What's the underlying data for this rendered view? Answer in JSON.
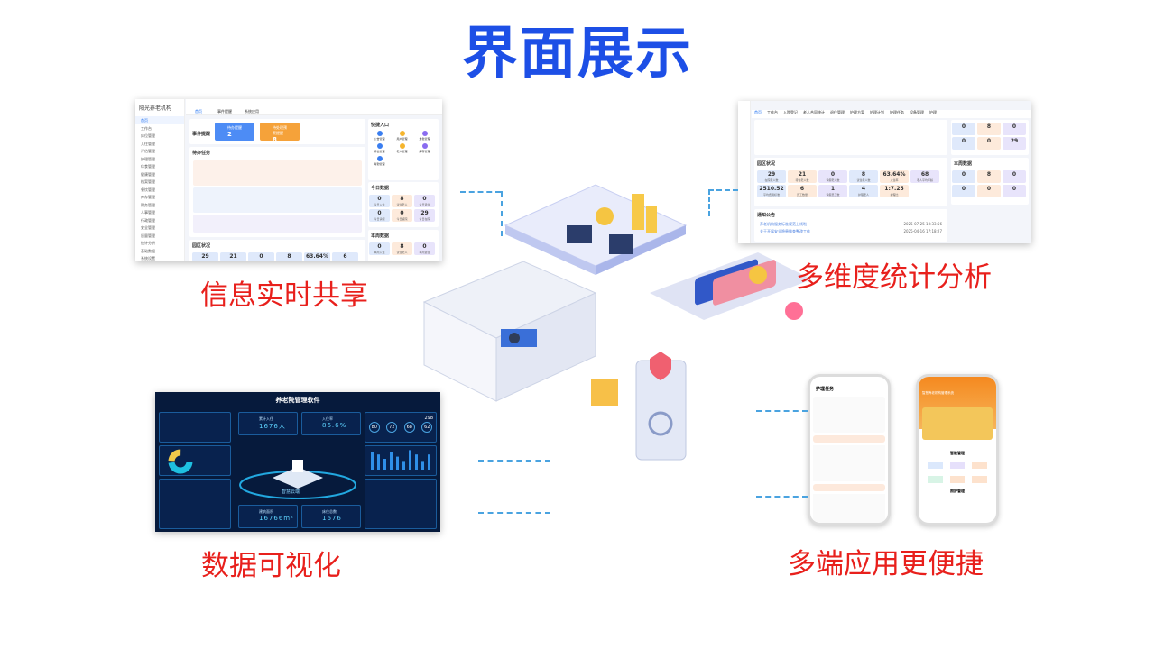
{
  "title": "界面展示",
  "labels": {
    "top_left": "信息实时共享",
    "top_right": "多维度统计分析",
    "bottom_left": "数据可视化",
    "bottom_right": "多端应用更便捷"
  },
  "shot1": {
    "logo": "阳光养老机构",
    "tabs": [
      "首页",
      "事件提醒",
      "系统应用"
    ],
    "sidebar": [
      "首页",
      "工作台",
      "床位管理",
      "入住管理",
      "评估管理",
      "护理管理",
      "伙食管理",
      "健康管理",
      "档案管理",
      "餐饮管理",
      "库存管理",
      "财务管理",
      "人事管理",
      "行政管理",
      "安全管理",
      "质量管理",
      "统计分析",
      "基础数据",
      "系统设置"
    ],
    "event_title": "事件提醒",
    "event_cards": [
      {
        "label": "待办提醒",
        "value": "2"
      },
      {
        "label": "待处理预警提醒",
        "value": "8"
      }
    ],
    "todo_title": "待办任务",
    "quick_title": "快捷入口",
    "quick": [
      "公告管理",
      "用户管理",
      "角色管理",
      "评估管理",
      "老人管理",
      "库存管理",
      "考勤管理"
    ],
    "today_title": "今日数据",
    "today": [
      {
        "v": "0",
        "l": "今日入住"
      },
      {
        "v": "8",
        "l": "试住老人"
      },
      {
        "v": "0",
        "l": "今日退住"
      },
      {
        "v": "0",
        "l": "今日请假"
      },
      {
        "v": "0",
        "l": "今日返院"
      },
      {
        "v": "29",
        "l": "今日在院"
      }
    ],
    "week_title": "本周数据",
    "week": [
      {
        "v": "0",
        "l": "本周入住"
      },
      {
        "v": "8",
        "l": "试住老人"
      },
      {
        "v": "0",
        "l": "本周退住"
      }
    ],
    "park_title": "园区状况",
    "park": [
      "29",
      "21",
      "0",
      "8",
      "63.64%",
      "6"
    ]
  },
  "shot2": {
    "tabs": [
      "首页",
      "工作台",
      "入院登记",
      "老人合同统计",
      "退住管理",
      "护理方案",
      "护理计划",
      "护理任务",
      "设备管理",
      "护理"
    ],
    "park_title": "园区状况",
    "park": [
      {
        "v": "29",
        "l": "在院老人数"
      },
      {
        "v": "21",
        "l": "待住老人数"
      },
      {
        "v": "0",
        "l": "请假老人数"
      },
      {
        "v": "8",
        "l": "试住老人数"
      },
      {
        "v": "63.64%",
        "l": "入住率"
      },
      {
        "v": "68",
        "l": "老人平均年龄"
      },
      {
        "v": "2510.52",
        "l": "平均费用标准"
      },
      {
        "v": "6",
        "l": "员工数量"
      },
      {
        "v": "1",
        "l": "请假员工数"
      },
      {
        "v": "4",
        "l": "护理老人"
      },
      {
        "v": "1:7.25",
        "l": "护理比"
      }
    ],
    "notice_title": "通知公告",
    "notices": [
      {
        "t": "养老机构服务标准规范上线啦",
        "d": "2025-07-25 10:33:56"
      },
      {
        "t": "关于开展安全隐患排查整改工作",
        "d": "2025-04-16 17:18:27"
      }
    ],
    "today": [
      "0",
      "8",
      "0",
      "0",
      "0",
      "29"
    ],
    "week_title": "本周数据",
    "week": [
      "0",
      "8",
      "0",
      "0",
      "0",
      "0"
    ]
  },
  "dashboard": {
    "title": "养老院管理软件",
    "kpis": [
      {
        "l": "累计入住",
        "v": "1676人"
      },
      {
        "l": "入住率",
        "v": "86.6%"
      },
      {
        "l": "建筑面积",
        "v": "16766m²"
      },
      {
        "l": "床位总数",
        "v": "1676"
      }
    ],
    "scores": [
      "80",
      "72",
      "68",
      "62"
    ],
    "total": "298",
    "platform": "智慧云端"
  },
  "phones": {
    "left_title": "护理任务",
    "right_title": "智慧养老机构管理系统",
    "right_sections": [
      "智能管理",
      "照护管理"
    ]
  }
}
